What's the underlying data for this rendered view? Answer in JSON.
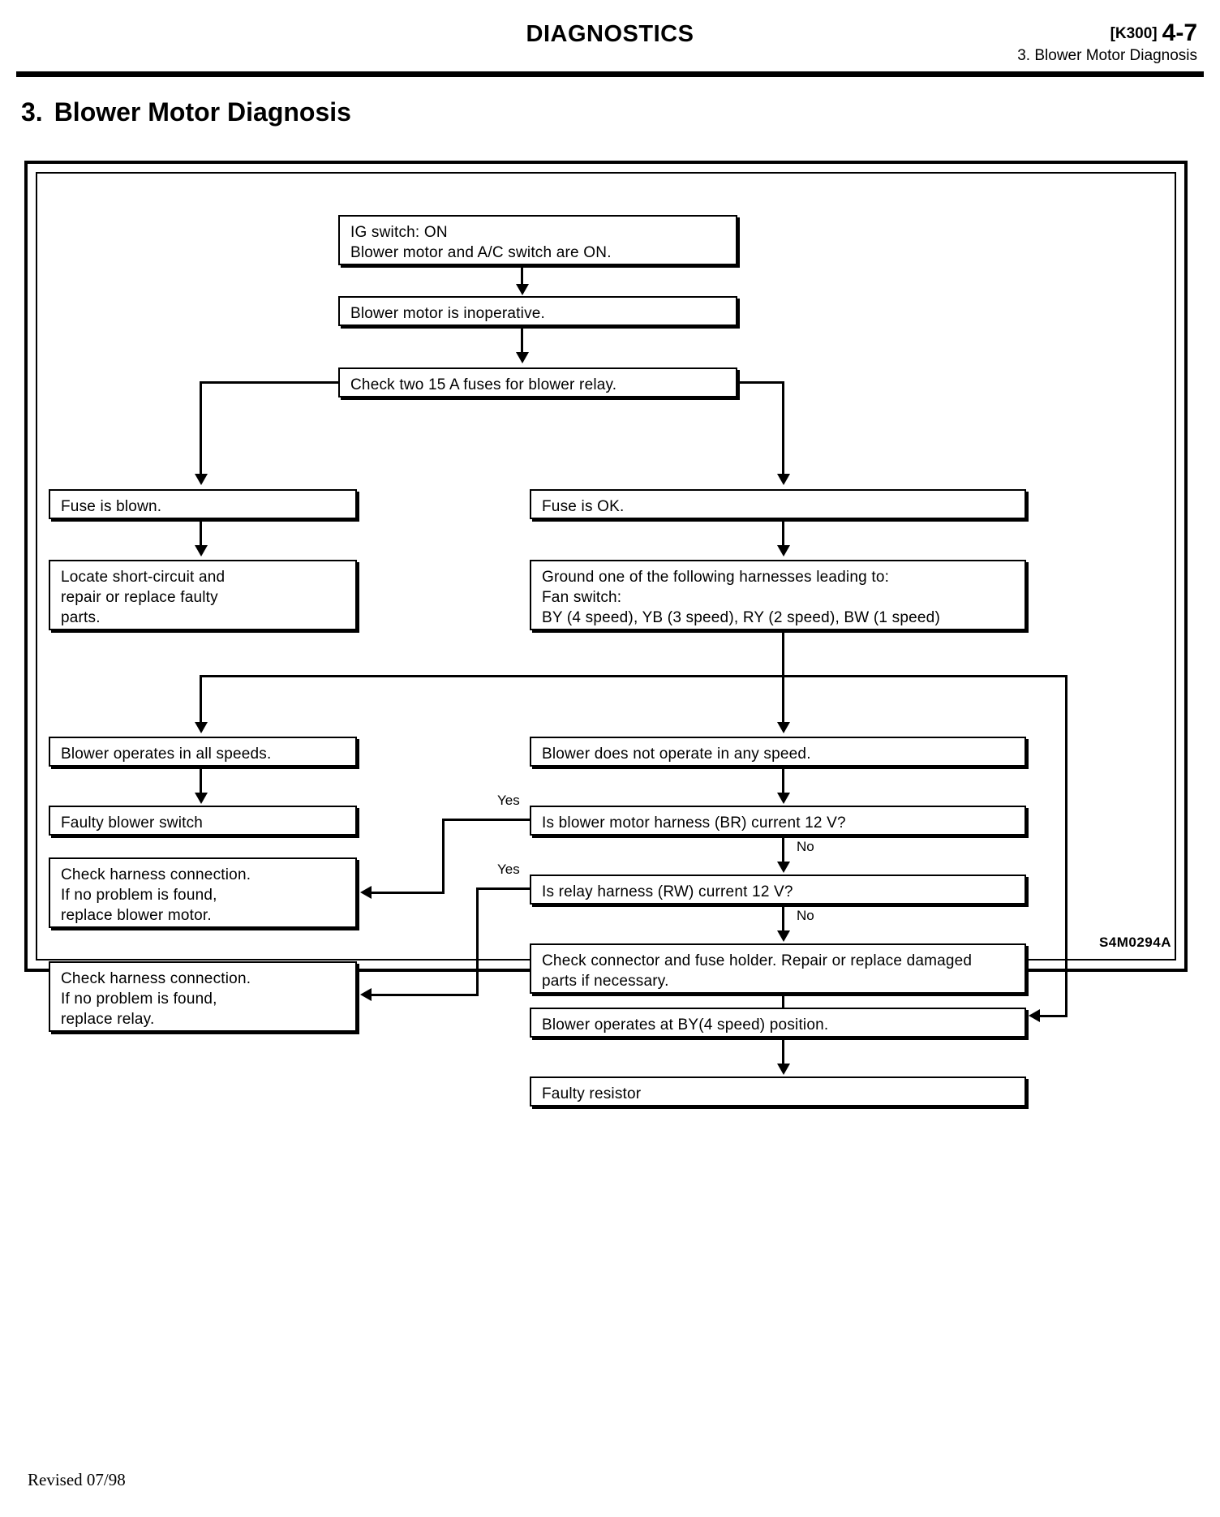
{
  "header": {
    "title": "DIAGNOSTICS",
    "code": "[K300]",
    "page": "4-7",
    "subtitle": "3. Blower Motor Diagnosis"
  },
  "section": {
    "number": "3.",
    "title": "Blower Motor Diagnosis"
  },
  "figure": {
    "code": "S4M0294A"
  },
  "footer": {
    "revised": "Revised 07/98"
  },
  "chart_data": {
    "type": "diagram",
    "title": "3. Blower Motor Diagnosis",
    "nodes": [
      {
        "id": "n1",
        "text": "IG switch: ON\nBlower motor and A/C switch are ON."
      },
      {
        "id": "n2",
        "text": "Blower motor is inoperative."
      },
      {
        "id": "n3",
        "text": "Check two 15 A fuses for blower relay."
      },
      {
        "id": "n4",
        "text": "Fuse is blown."
      },
      {
        "id": "n5",
        "text": "Locate short-circuit and\nrepair or replace faulty\nparts."
      },
      {
        "id": "n6",
        "text": "Fuse is OK."
      },
      {
        "id": "n7",
        "text": "Ground one of the following harnesses leading to:\nFan switch:\nBY (4 speed), YB (3 speed), RY (2 speed), BW (1 speed)"
      },
      {
        "id": "n8",
        "text": "Blower operates in all speeds."
      },
      {
        "id": "n9",
        "text": "Faulty blower switch"
      },
      {
        "id": "n10",
        "text": "Check harness connection.\nIf no problem is found,\nreplace blower motor."
      },
      {
        "id": "n11",
        "text": "Check harness connection.\nIf no problem is found,\nreplace relay."
      },
      {
        "id": "n12",
        "text": "Blower does not operate in any speed."
      },
      {
        "id": "n13",
        "text": "Is blower motor harness (BR) current 12 V?"
      },
      {
        "id": "n14",
        "text": "Is relay harness (RW) current 12 V?"
      },
      {
        "id": "n15",
        "text": "Check connector and fuse holder. Repair or replace damaged\nparts if necessary."
      },
      {
        "id": "n16",
        "text": "Blower operates at BY(4 speed) position."
      },
      {
        "id": "n17",
        "text": "Faulty resistor"
      }
    ],
    "edges": [
      {
        "from": "n1",
        "to": "n2",
        "label": ""
      },
      {
        "from": "n2",
        "to": "n3",
        "label": ""
      },
      {
        "from": "n3",
        "to": "n4",
        "label": ""
      },
      {
        "from": "n3",
        "to": "n6",
        "label": ""
      },
      {
        "from": "n4",
        "to": "n5",
        "label": ""
      },
      {
        "from": "n6",
        "to": "n7",
        "label": ""
      },
      {
        "from": "n7",
        "to": "n8",
        "label": ""
      },
      {
        "from": "n7",
        "to": "n12",
        "label": ""
      },
      {
        "from": "n8",
        "to": "n9",
        "label": ""
      },
      {
        "from": "n12",
        "to": "n13",
        "label": ""
      },
      {
        "from": "n13",
        "to": "n10",
        "label": "Yes"
      },
      {
        "from": "n13",
        "to": "n14",
        "label": "No"
      },
      {
        "from": "n14",
        "to": "n11",
        "label": "Yes"
      },
      {
        "from": "n14",
        "to": "n15",
        "label": "No"
      },
      {
        "from": "n15",
        "to": "n16",
        "label": ""
      },
      {
        "from": "n16",
        "to": "n17",
        "label": ""
      }
    ],
    "edge_labels": {
      "yes1": "Yes",
      "no1": "No",
      "yes2": "Yes",
      "no2": "No"
    }
  }
}
